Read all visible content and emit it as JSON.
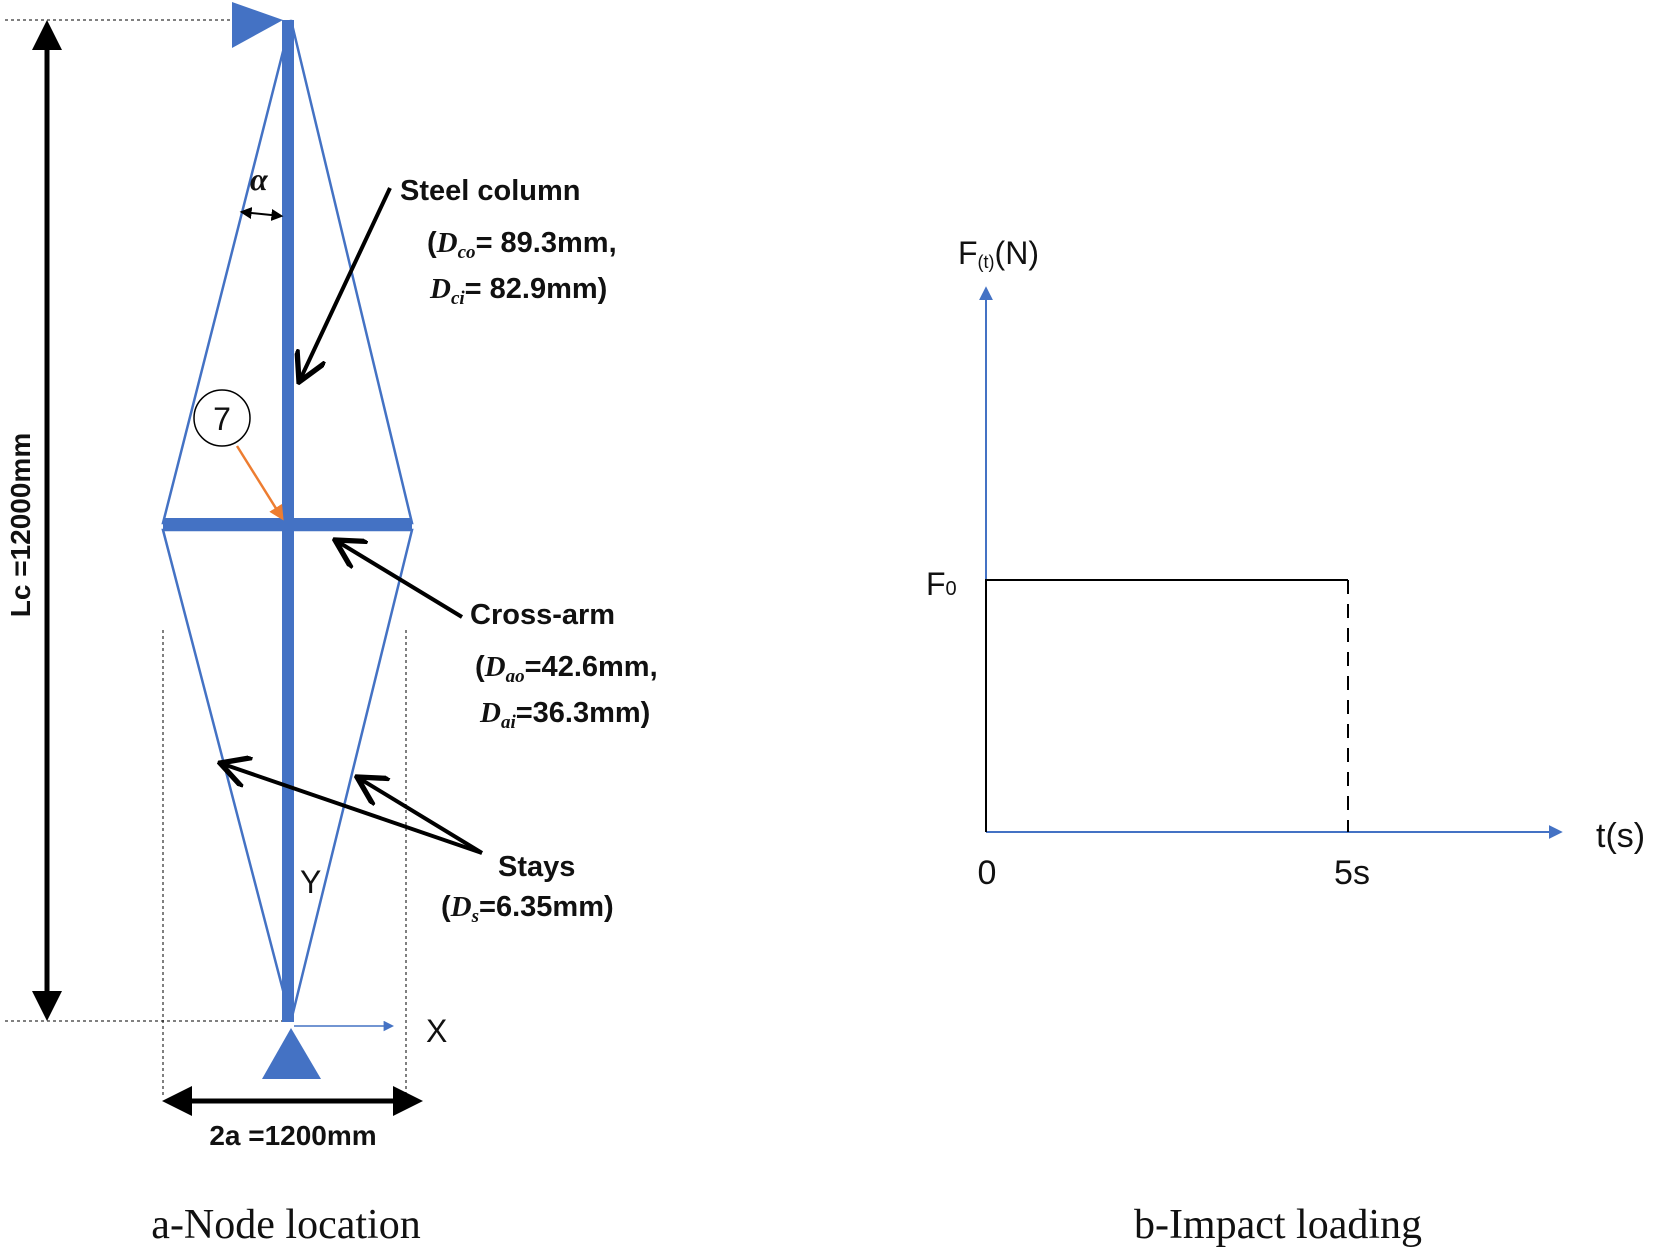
{
  "colors": {
    "structure": "#4472c4",
    "annotation": "#000000",
    "node_arrow": "#ed7d31",
    "axis": "#4472c4"
  },
  "panel_a": {
    "caption": "a-Node location",
    "height_label": "Lc =12000mm",
    "width_label": "2a =1200mm",
    "angle_symbol": "α",
    "node_number": "7",
    "axis_x": "X",
    "axis_y": "Y",
    "column": {
      "title": "Steel column",
      "outer_sym": "D",
      "outer_sub": "co",
      "outer_val": "= 89.3mm,",
      "inner_sym": "D",
      "inner_sub": "ci",
      "inner_val": "= 82.9mm)"
    },
    "crossarm": {
      "title": "Cross-arm",
      "outer_sym": "D",
      "outer_sub": "ao",
      "outer_val": "=42.6mm,",
      "inner_sym": "D",
      "inner_sub": "ai",
      "inner_val": "=36.3mm)"
    },
    "stays": {
      "title": "Stays",
      "dia_sym": "D",
      "dia_sub": "s",
      "dia_val": "=6.35mm)"
    }
  },
  "panel_b": {
    "caption": "b-Impact loading",
    "y_axis_main": "F",
    "y_axis_sub": "(t)",
    "y_axis_unit": "(N)",
    "level_main": "F",
    "level_sub": "0",
    "x_axis_label": "t(s)",
    "origin_label": "0",
    "end_label": "5s"
  }
}
